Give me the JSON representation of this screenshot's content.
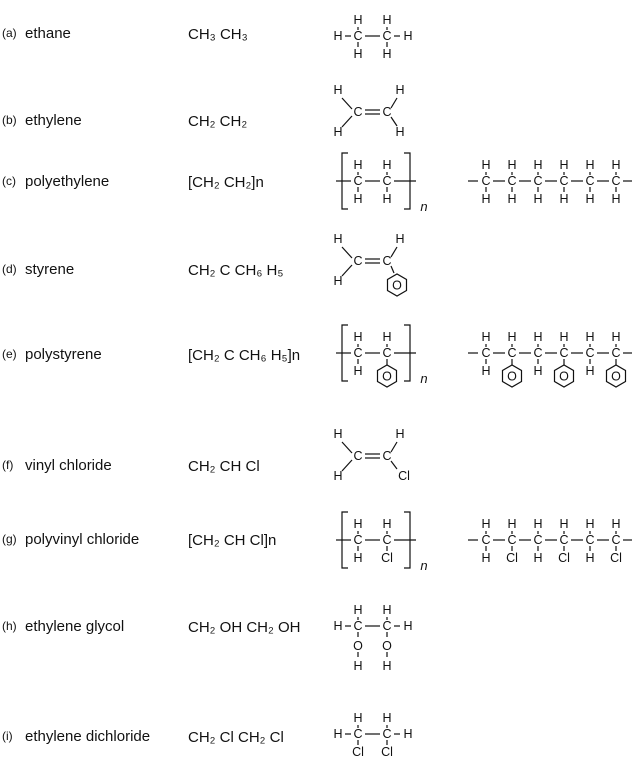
{
  "compounds": [
    {
      "tag": "(a)",
      "name": "ethane",
      "formula": [
        [
          "CH",
          ""
        ],
        [
          "3",
          ""
        ],
        [
          " CH",
          ""
        ],
        [
          "3",
          ""
        ]
      ]
    },
    {
      "tag": "(b)",
      "name": "ethylene"
    },
    {
      "tag": "(c)",
      "name": "polyethylene"
    },
    {
      "tag": "(d)",
      "name": "styrene"
    },
    {
      "tag": "(e)",
      "name": "polystyrene"
    },
    {
      "tag": "(f)",
      "name": "vinyl chloride"
    },
    {
      "tag": "(g)",
      "name": "polyvinyl chloride"
    },
    {
      "tag": "(h)",
      "name": "ethylene glycol"
    },
    {
      "tag": "(i)",
      "name": "ethylene dichloride"
    }
  ],
  "formulas": {
    "a": "CH₃ CH₃",
    "b": "CH₂ CH₂",
    "c": "[CH₂ CH₂]n",
    "d": "CH₂ C CH₆ H₅",
    "e": "[CH₂ C CH₆ H₅]n",
    "f": "CH₂ CH Cl",
    "g": "[CH₂ CH Cl]n",
    "h": "CH₂ OH CH₂ OH",
    "i": "CH₂ Cl CH₂ Cl"
  },
  "atoms": {
    "H": "H",
    "C": "C",
    "Cl": "Cl",
    "O": "O",
    "ring": "O",
    "n": "n"
  }
}
